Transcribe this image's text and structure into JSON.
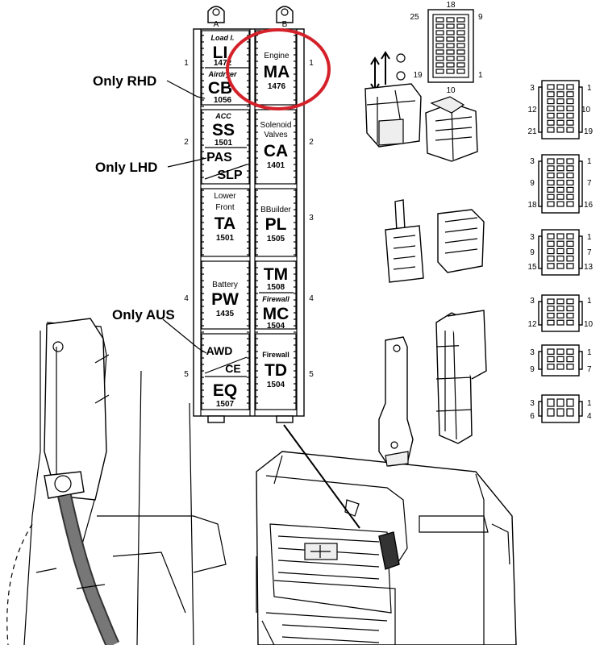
{
  "callouts": {
    "rhd": "Only RHD",
    "lhd": "Only LHD",
    "aus": "Only AUS"
  },
  "colors": {
    "highlight": "#d4212a"
  },
  "fuse_box": {
    "top_tabs": [
      "A",
      "B"
    ],
    "row_numbers": [
      "1",
      "2",
      "3",
      "4",
      "5"
    ],
    "cells": {
      "li": {
        "label": "Load l.",
        "code": "LI",
        "num": "1472"
      },
      "cb": {
        "label": "Airdryer",
        "code": "CB",
        "num": "1056"
      },
      "ma": {
        "label": "Engine",
        "code": "MA",
        "num": "1476"
      },
      "ss": {
        "label": "ACC",
        "code": "SS",
        "num": "1501"
      },
      "pas": {
        "code1": "PAS",
        "code2": "SLP"
      },
      "ca": {
        "label1": "Solenoid",
        "label2": "Valves",
        "code": "CA",
        "num": "1401"
      },
      "ta": {
        "label1": "Lower",
        "label2": "Front",
        "code": "TA",
        "num": "1501"
      },
      "pl": {
        "label": "BBuilder",
        "code": "PL",
        "num": "1505"
      },
      "pw": {
        "label": "Battery",
        "code": "PW",
        "num": "1435"
      },
      "tm": {
        "code": "TM",
        "num": "1508"
      },
      "mc": {
        "label": "Firewall",
        "code": "MC",
        "num": "1504"
      },
      "awd": {
        "code1": "AWD",
        "code2": "CE"
      },
      "eq": {
        "code": "EQ",
        "num": "1507"
      },
      "td": {
        "label": "Firewall",
        "code": "TD",
        "num": "1504"
      }
    }
  },
  "connector_18": {
    "pins": [
      "18",
      "25",
      "9",
      "19",
      "1",
      "10"
    ]
  },
  "side_connectors": [
    {
      "left_top": "3",
      "left_mid": "12",
      "left_bot": "21",
      "right_top": "1",
      "right_mid": "10",
      "right_bot": "19"
    },
    {
      "left_top": "3",
      "left_mid": "9",
      "left_bot": "18",
      "right_top": "1",
      "right_mid": "7",
      "right_bot": "16"
    },
    {
      "left_top": "3",
      "left_mid": "9",
      "left_bot": "15",
      "right_top": "1",
      "right_mid": "7",
      "right_bot": "13"
    },
    {
      "left_top": "3",
      "left_bot": "12",
      "right_top": "1",
      "right_bot": "10"
    },
    {
      "left_top": "3",
      "left_bot": "9",
      "right_top": "1",
      "right_bot": "7"
    },
    {
      "left_top": "3",
      "left_bot": "6",
      "right_top": "1",
      "right_bot": "4"
    }
  ]
}
